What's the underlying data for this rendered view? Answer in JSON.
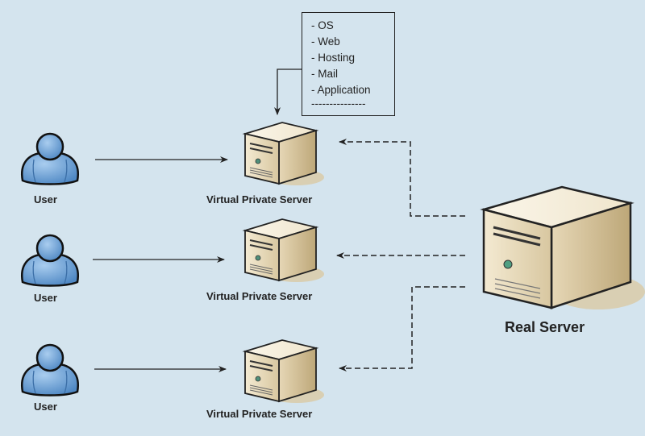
{
  "diagram": {
    "background_color": "#d4e4ee",
    "users": [
      {
        "label": "User"
      },
      {
        "label": "User"
      },
      {
        "label": "User"
      }
    ],
    "virtual_servers": [
      {
        "label": "Virtual Private Server"
      },
      {
        "label": "Virtual Private Server"
      },
      {
        "label": "Virtual Private Server"
      }
    ],
    "real_server": {
      "label": "Real Server"
    },
    "services_note": {
      "items": [
        "- OS",
        "- Web",
        "- Hosting",
        "- Mail",
        "- Application",
        "---------------"
      ]
    },
    "colors": {
      "user_fill": "#6fa3d6",
      "server_fill": "#ece0c4",
      "line": "#222222"
    }
  }
}
